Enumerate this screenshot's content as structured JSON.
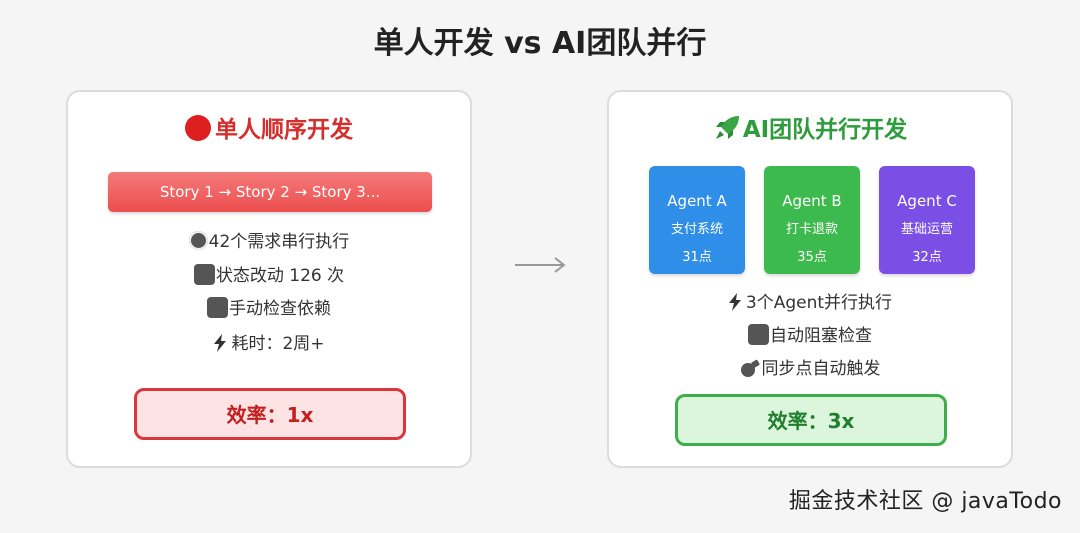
{
  "title": "单人开发 vs AI团队并行",
  "left": {
    "title": "单人顺序开发",
    "story_bar": "Story 1 → Story 2 → Story 3...",
    "items": [
      {
        "icon": "gear-icon",
        "text": "42个需求串行执行"
      },
      {
        "icon": "square-icon",
        "text": "状态改动 126 次"
      },
      {
        "icon": "square-icon",
        "text": "手动检查依赖"
      },
      {
        "icon": "lightning-icon",
        "text": "耗时：2周+"
      }
    ],
    "efficiency": "效率：1x"
  },
  "right": {
    "title": "AI团队并行开发",
    "agents": [
      {
        "name": "Agent A",
        "desc": "支付系统",
        "points": "31点",
        "color": "#2f8ee8"
      },
      {
        "name": "Agent B",
        "desc": "打卡退款",
        "points": "35点",
        "color": "#3dba4e"
      },
      {
        "name": "Agent C",
        "desc": "基础运营",
        "points": "32点",
        "color": "#7b4fe6"
      }
    ],
    "items": [
      {
        "icon": "lightning-icon",
        "text": "3个Agent并行执行"
      },
      {
        "icon": "square-icon",
        "text": "自动阻塞检查"
      },
      {
        "icon": "link-icon",
        "text": "同步点自动触发"
      }
    ],
    "efficiency": "效率：3x"
  },
  "watermark": "掘金技术社区 @ javaTodo",
  "colors": {
    "left_accent": "#d62d2d",
    "right_accent": "#2e9c3c"
  }
}
